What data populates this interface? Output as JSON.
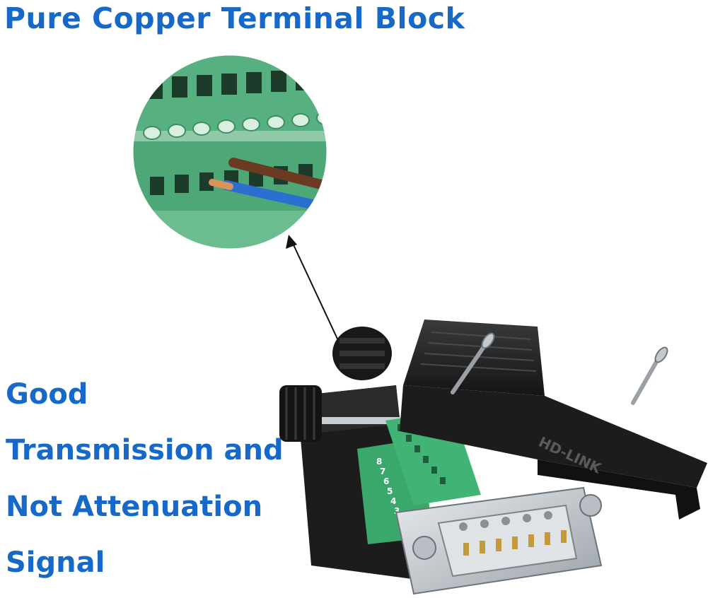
{
  "headline": "Pure Copper Terminal Block",
  "side_text": {
    "line1": "Good",
    "line2": "Transmission and",
    "line3": "Not Attenuation",
    "line4": "Signal"
  },
  "product": {
    "brand_mark": "HD-LINK",
    "pin_numbers": [
      "8",
      "7",
      "6",
      "5",
      "4",
      "3"
    ]
  },
  "colors": {
    "text_blue": "#1669c9",
    "terminal_green": "#3aa86a",
    "housing_black": "#202020",
    "wire_blue": "#2a6fd0",
    "wire_brown": "#6b3a22"
  }
}
